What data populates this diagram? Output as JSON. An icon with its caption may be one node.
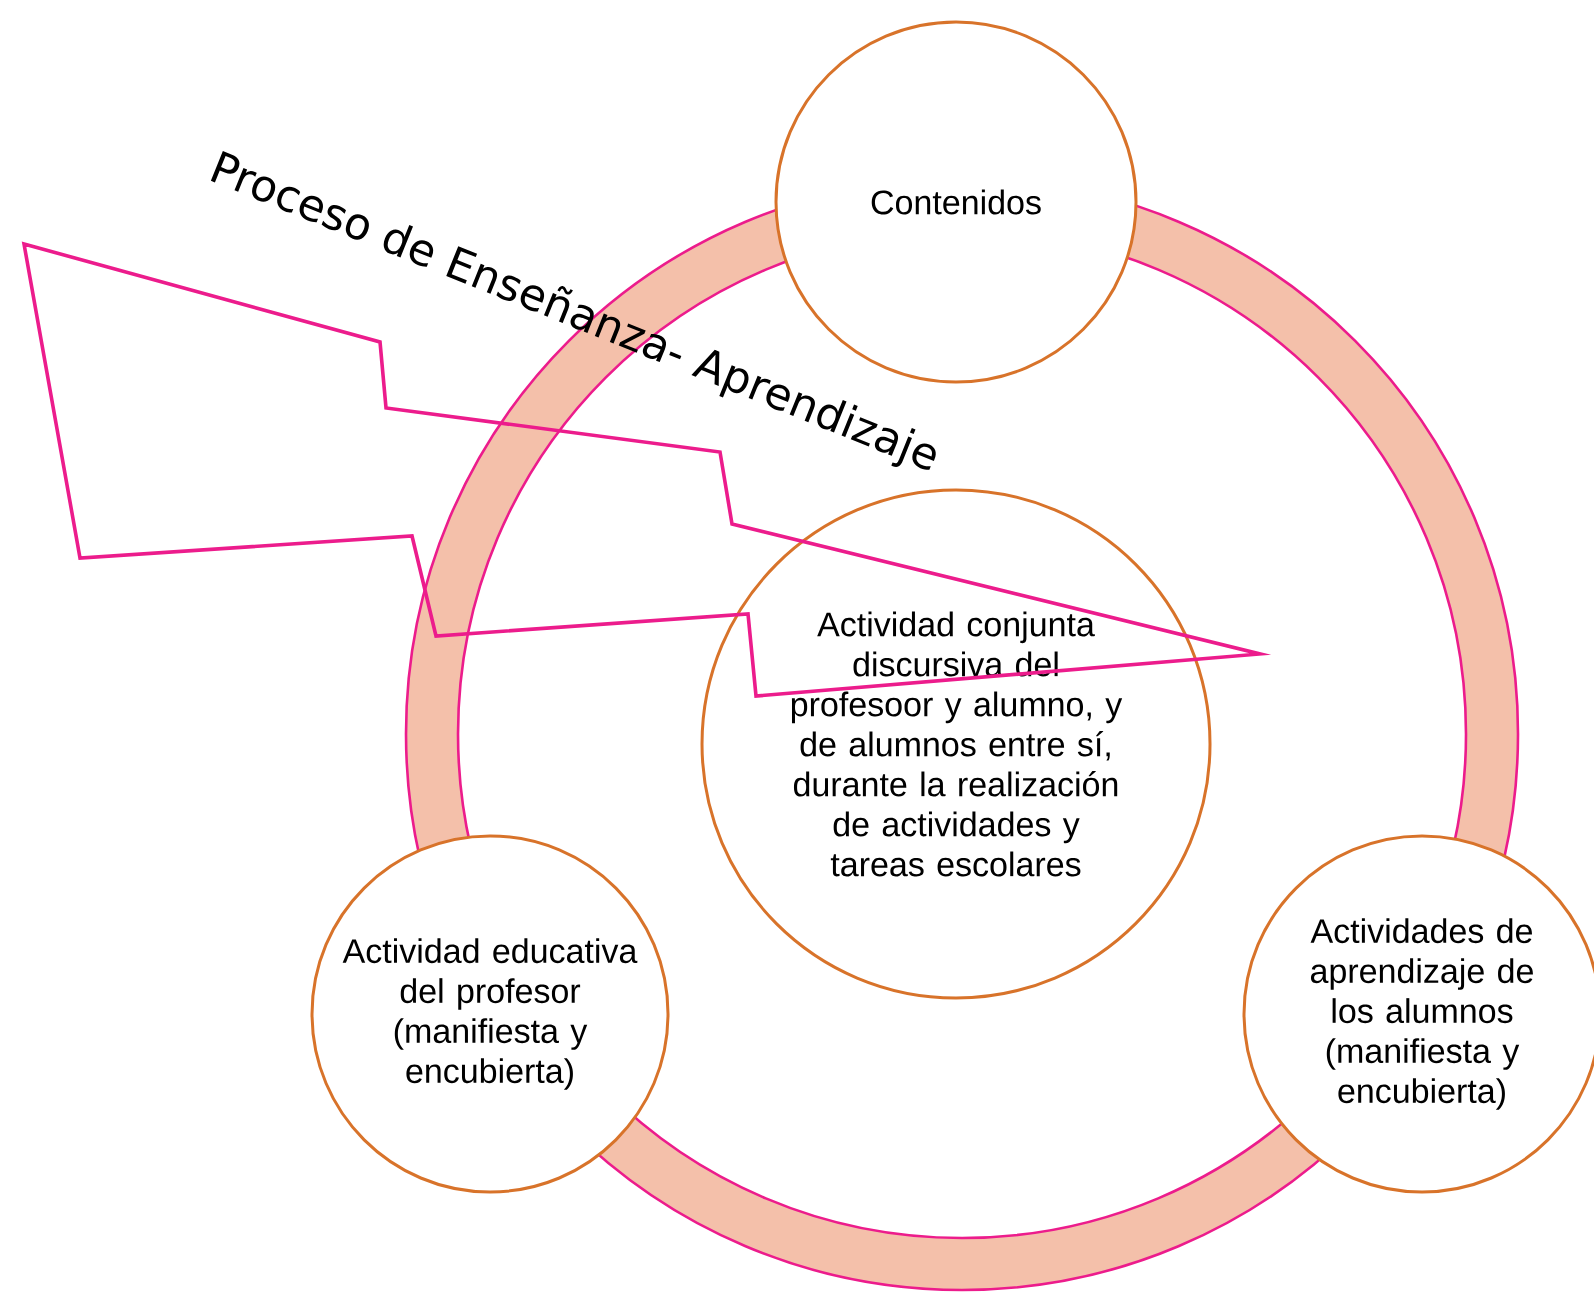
{
  "diagram": {
    "title": "Proceso de Enseñanza- Aprendizaje",
    "nodes": [
      {
        "text": [
          "Contenidos"
        ]
      },
      {
        "text": [
          "Actividad conjunta discursiva del profesoor y alumno, y de alumnos entre sí, durante la realización de actividades y tareas escolares"
        ]
      },
      {
        "text": [
          "Actividad educativa del profesor (manifiesta y encubierta)"
        ]
      },
      {
        "text": [
          "Actividades de aprendizaje de los alumnos (manifiesta y encubierta)"
        ]
      }
    ]
  }
}
